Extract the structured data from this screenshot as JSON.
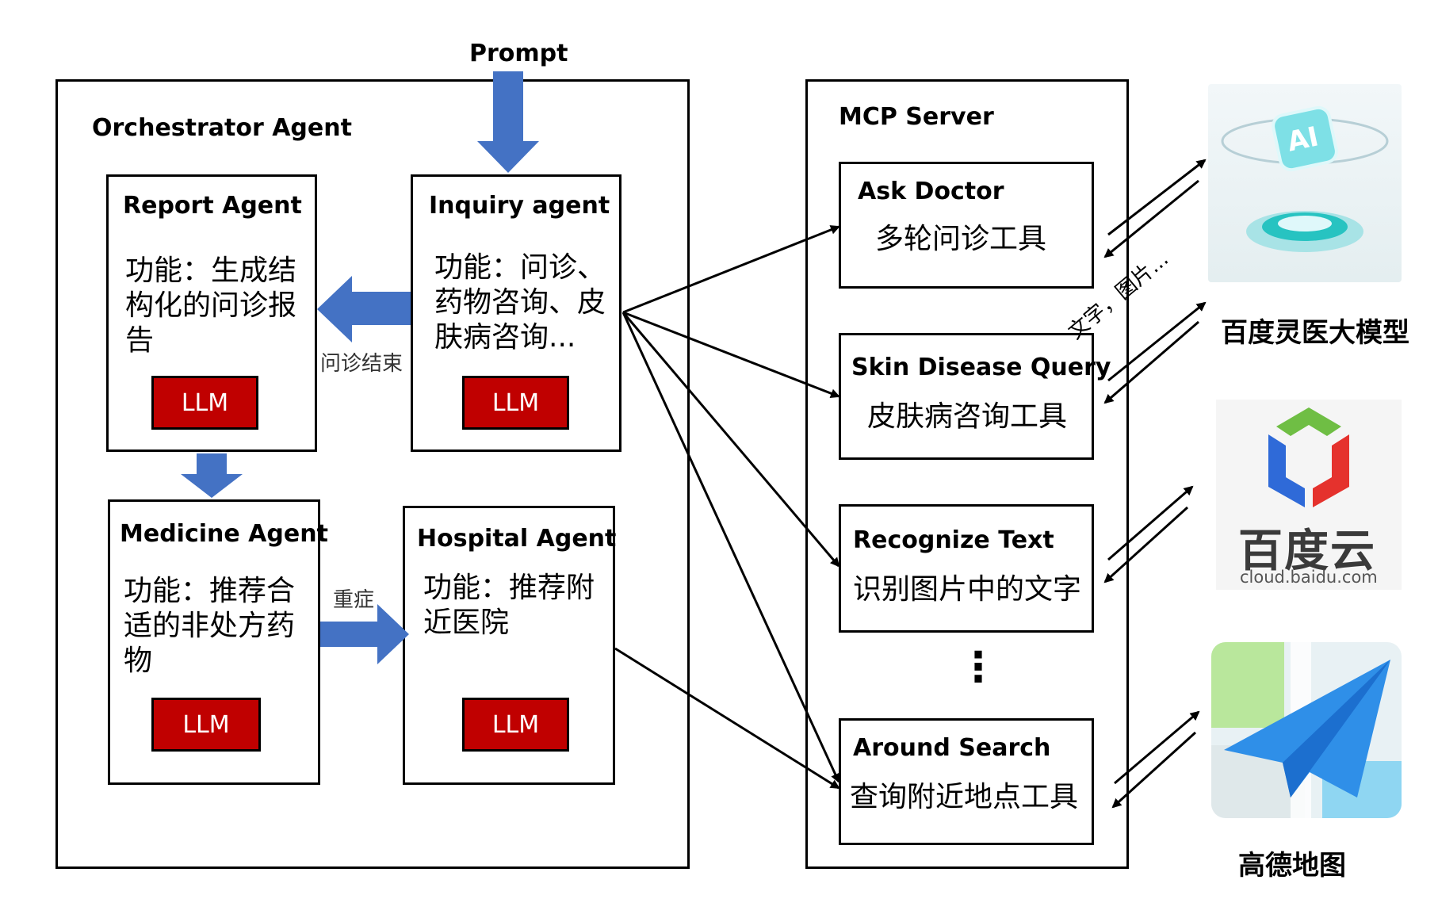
{
  "prompt_label": "Prompt",
  "orchestrator": {
    "title": "Orchestrator Agent",
    "report": {
      "title": "Report Agent",
      "desc": [
        "功能：生成结",
        "构化的问诊报",
        "告"
      ],
      "llm": "LLM"
    },
    "inquiry": {
      "title": "Inquiry agent",
      "desc": [
        "功能：问诊、",
        "药物咨询、皮",
        "肤病咨询..."
      ],
      "llm": "LLM"
    },
    "medicine": {
      "title": "Medicine Agent",
      "desc": [
        "功能：推荐合",
        "适的非处方药",
        "物"
      ],
      "llm": "LLM"
    },
    "hospital": {
      "title": "Hospital Agent",
      "desc": [
        "功能：推荐附",
        "近医院"
      ],
      "llm": "LLM"
    },
    "edge_inquiry_to_report": "问诊结束",
    "edge_medicine_to_hospital": "重症"
  },
  "mcp": {
    "title": "MCP Server",
    "tools": [
      {
        "name": "Ask Doctor",
        "desc": "多轮问诊工具"
      },
      {
        "name": "Skin Disease Query",
        "desc": "皮肤病咨询工具"
      },
      {
        "name": "Recognize Text",
        "desc": "识别图片中的文字"
      },
      {
        "name": "Around Search",
        "desc": "查询附近地点工具"
      }
    ],
    "ellipsis": "⋮"
  },
  "external": {
    "baidu_lingyi": {
      "label": "百度灵医大模型",
      "logo_text": "AI"
    },
    "baidu_cloud": {
      "logo_text": "百度云",
      "logo_sub": "cloud.baidu.com"
    },
    "amap": {
      "label": "高德地图"
    },
    "io_label": "文字，图片..."
  },
  "colors": {
    "arrow_blue": "#4472c4",
    "llm_red": "#c00000"
  }
}
